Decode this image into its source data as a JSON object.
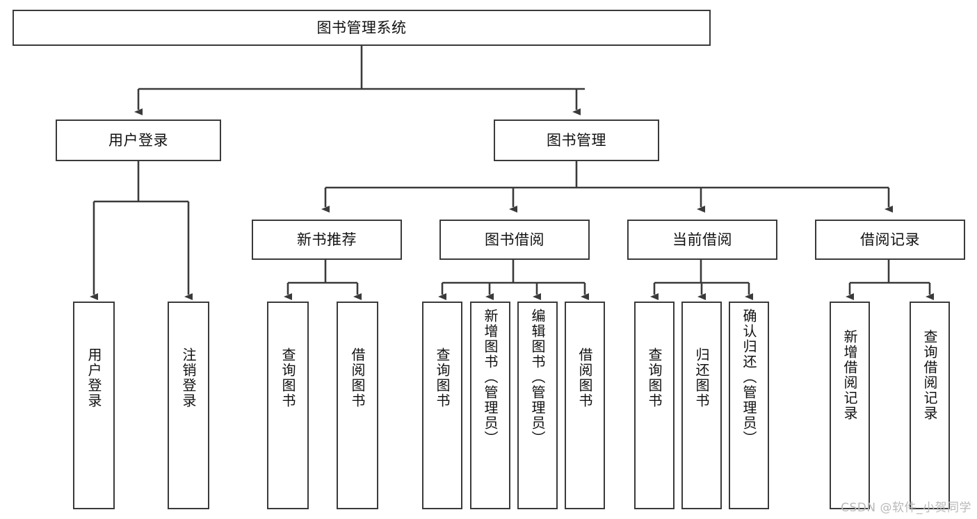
{
  "diagram": {
    "type": "tree",
    "title": "图书管理系统",
    "watermark": "CSDN @软件_小贺同学",
    "colors": {
      "box_border": "#3a3a3a",
      "connector": "#3a3a3a",
      "text": "#111111",
      "background": "#ffffff",
      "watermark": "#b9b9b9"
    },
    "levels": {
      "root": {
        "label": "图书管理系统"
      },
      "level2": [
        {
          "label": "用户登录"
        },
        {
          "label": "图书管理"
        }
      ],
      "level3": [
        {
          "label": "新书推荐"
        },
        {
          "label": "图书借阅"
        },
        {
          "label": "当前借阅"
        },
        {
          "label": "借阅记录"
        }
      ],
      "level4": [
        {
          "label": "用户登录",
          "parent": "用户登录"
        },
        {
          "label": "注销登录",
          "parent": "用户登录"
        },
        {
          "label": "查询图书",
          "parent": "新书推荐"
        },
        {
          "label": "借阅图书",
          "parent": "新书推荐"
        },
        {
          "label": "查询图书",
          "parent": "图书借阅"
        },
        {
          "label": "新增图书（管理员）",
          "parent": "图书借阅"
        },
        {
          "label": "编辑图书（管理员）",
          "parent": "图书借阅"
        },
        {
          "label": "借阅图书",
          "parent": "图书借阅"
        },
        {
          "label": "查询图书",
          "parent": "当前借阅"
        },
        {
          "label": "归还图书",
          "parent": "当前借阅"
        },
        {
          "label": "确认归还（管理员）",
          "parent": "当前借阅"
        },
        {
          "label": "新增借阅记录",
          "parent": "借阅记录"
        },
        {
          "label": "查询借阅记录",
          "parent": "借阅记录"
        }
      ]
    }
  }
}
